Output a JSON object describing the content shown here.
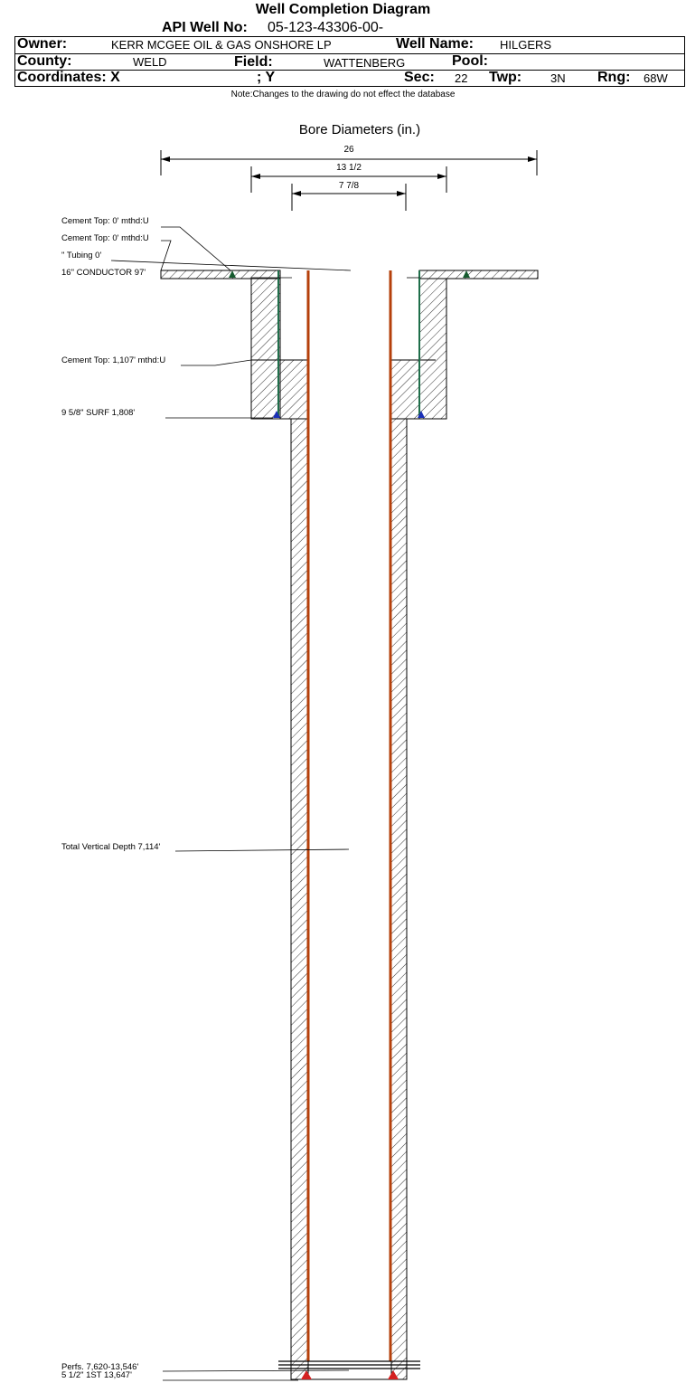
{
  "header": {
    "title": "Well Completion Diagram",
    "api_label": "API Well No:",
    "api_value": "05-123-43306-00-",
    "owner_label": "Owner:",
    "owner_value": "KERR MCGEE OIL & GAS ONSHORE LP",
    "well_name_label": "Well Name:",
    "well_name_value": "HILGERS",
    "county_label": "County:",
    "county_value": "WELD",
    "field_label": "Field:",
    "field_value": "WATTENBERG",
    "pool_label": "Pool:",
    "pool_value": "",
    "coords_label": "Coordinates: X",
    "coords_y_label": "; Y",
    "sec_label": "Sec:",
    "sec_value": "22",
    "twp_label": "Twp:",
    "twp_value": "3N",
    "rng_label": "Rng:",
    "rng_value": "68W",
    "note": "Note:Changes to the drawing do not effect the database"
  },
  "diagram": {
    "bore_title": "Bore Diameters (in.)",
    "dims": [
      "26",
      "13 1/2",
      "7 7/8"
    ],
    "annotations": {
      "cement_top_1": "Cement Top: 0' mthd:U",
      "cement_top_2": "Cement Top: 0' mthd:U",
      "tubing": "\" Tubing 0'",
      "conductor": "16\" CONDUCTOR  97'",
      "cement_top_3": "Cement Top: 1,107' mthd:U",
      "surface_casing": "9 5/8\" SURF       1,808'",
      "tvd": "Total Vertical Depth 7,114'",
      "perfs": "Perfs. 7,620-13,546'",
      "production_casing": "5 1/2\" 1ST       13,647'"
    },
    "colors": {
      "tubing": "#b5400b",
      "casing": "#1f6e4a",
      "cement_shoe_blue": "#1a2fb8",
      "cement_shoe_red": "#d42020",
      "cement_shoe_green": "#155a2e",
      "outline": "#000000"
    }
  }
}
